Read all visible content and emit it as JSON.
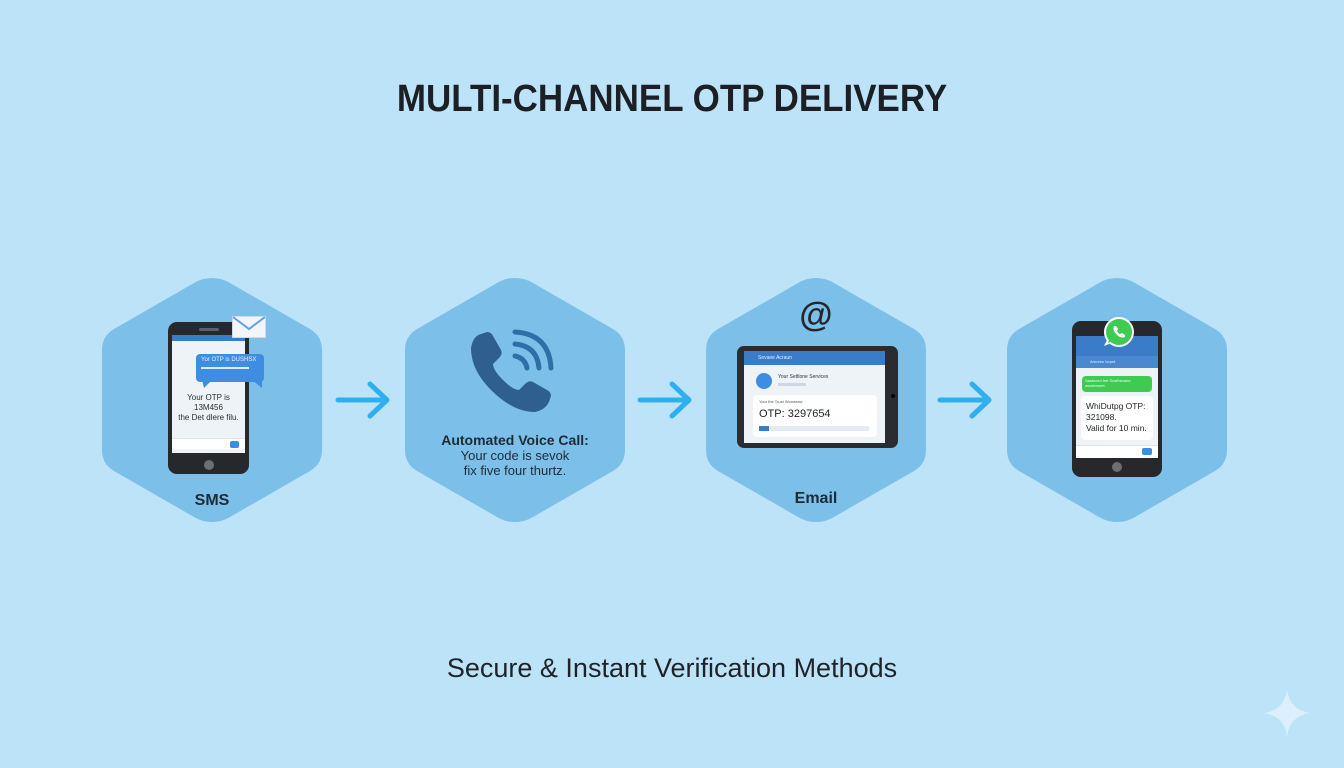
{
  "title": "MULTI-CHANNEL OTP DELIVERY",
  "subtitle": "Secure & Instant Verification Methods",
  "colors": {
    "background": "#bde3f9",
    "hexagon": "#7cc0ea",
    "arrow": "#2fb0ee",
    "phone_icon": "#2f5f8f",
    "whatsapp_green": "#3fcb52",
    "text_dark": "#1c1f24"
  },
  "channels": [
    {
      "id": "sms",
      "label": "SMS",
      "icon": "envelope-icon",
      "bubble_text": "Yor OTP is DUSHSX",
      "message_line1": "Your OTP is 13M456",
      "message_line2": "the Det dlere filu."
    },
    {
      "id": "voice",
      "label": "Automated Voice Call:",
      "icon": "phone-call-icon",
      "message_line1": "Your code is sevok",
      "message_line2": "fix five four thurtz."
    },
    {
      "id": "email",
      "label": "Email",
      "icon": "at-sign-icon",
      "header_text": "Sevaee Acraun",
      "sender": "Your Settlone Services",
      "preview": "Your the Trust Wonwraw",
      "otp_text": "OTP: 3297654"
    },
    {
      "id": "whatsapp",
      "label": "",
      "icon": "whatsapp-icon",
      "header_text": "Arnoreu lorpst",
      "bubble_text": "Sastuced bet Sosfhecane wouterseet",
      "message_line1": "WhiDutpg OTP:",
      "message_line2": "321098.",
      "message_line3": "Valid for 10 min."
    }
  ],
  "decor": {
    "corner_icon": "sparkle-icon"
  }
}
